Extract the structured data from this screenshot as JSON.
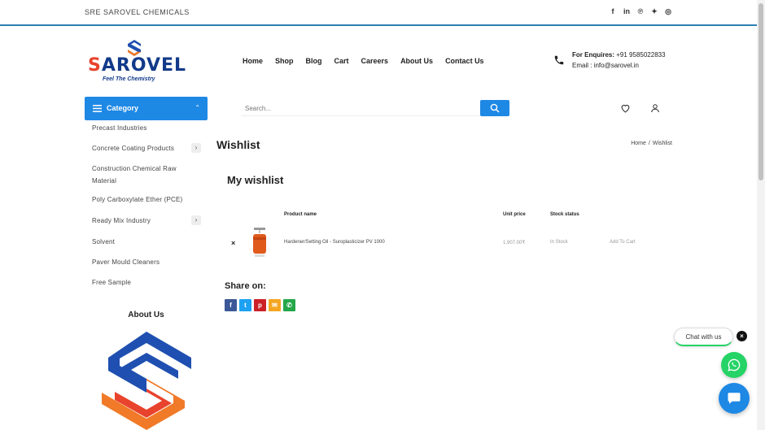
{
  "topbar": {
    "brand": "SRE SAROVEL CHEMICALS",
    "social": [
      {
        "name": "facebook-icon",
        "glyph": "f"
      },
      {
        "name": "linkedin-icon",
        "glyph": "in"
      },
      {
        "name": "pinterest-icon",
        "glyph": "℗"
      },
      {
        "name": "twitter-icon",
        "glyph": "✦"
      },
      {
        "name": "instagram-icon",
        "glyph": "◎"
      }
    ]
  },
  "logo": {
    "wordmark_a": "S",
    "wordmark_b": "AROVEL",
    "tagline": "Feel The Chemistry"
  },
  "nav": [
    "Home",
    "Shop",
    "Blog",
    "Cart",
    "Careers",
    "About Us",
    "Contact Us"
  ],
  "enquire": {
    "label": "For Enquires:",
    "phone": "+91 9585022833",
    "email": "Email : info@sarovel.in"
  },
  "sidebar": {
    "category_label": "Category",
    "items": [
      {
        "label": "Precast Industries",
        "expandable": false
      },
      {
        "label": "Concrete Coating Products",
        "expandable": true
      },
      {
        "label": "Construction Chemical Raw Material",
        "expandable": false
      },
      {
        "label": "Poly Carboxylate Ether (PCE)",
        "expandable": false
      },
      {
        "label": "Ready Mix Industry",
        "expandable": true
      },
      {
        "label": "Solvent",
        "expandable": false
      },
      {
        "label": "Paver Mould Cleaners",
        "expandable": false
      },
      {
        "label": "Free Sample",
        "expandable": false
      }
    ],
    "about_title": "About Us"
  },
  "search": {
    "placeholder": "Search..."
  },
  "page": {
    "title": "Wishlist",
    "breadcrumb": {
      "home": "Home",
      "sep": "/",
      "current": "Wishlist"
    },
    "section_title": "My wishlist"
  },
  "wishlist_table": {
    "headers": {
      "product_name": "Product name",
      "unit_price": "Unit price",
      "stock_status": "Stock status"
    },
    "rows": [
      {
        "remove": "×",
        "product_name": "Hardener/Setting Oil - Suroplasticizer PV 1000",
        "unit_price": "1,907.00₹",
        "stock_status": "In Stock",
        "action": "Add To Cart"
      }
    ]
  },
  "share": {
    "title": "Share on:",
    "buttons": [
      {
        "name": "share-facebook-icon",
        "glyph": "f",
        "color": "#3b5998"
      },
      {
        "name": "share-twitter-icon",
        "glyph": "t",
        "color": "#1da1f2"
      },
      {
        "name": "share-pinterest-icon",
        "glyph": "p",
        "color": "#cb2027"
      },
      {
        "name": "share-email-icon",
        "glyph": "✉",
        "color": "#f5a623"
      },
      {
        "name": "share-whatsapp-icon",
        "glyph": "✆",
        "color": "#25a74a"
      }
    ]
  },
  "chat": {
    "bubble": "Chat with us",
    "close": "×"
  },
  "colors": {
    "accent": "#1e88e5",
    "whatsapp": "#25d366",
    "brand_blue": "#123a8a",
    "brand_red": "#e8432c"
  }
}
